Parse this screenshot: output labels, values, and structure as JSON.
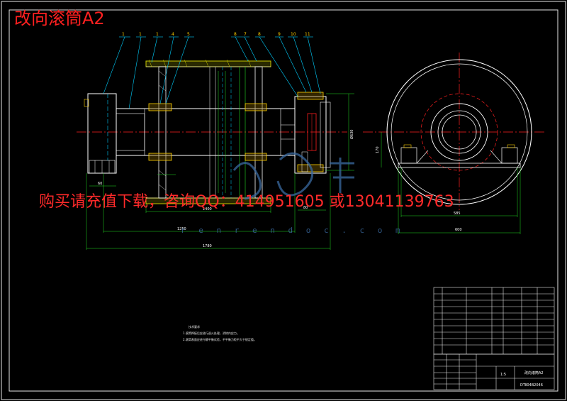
{
  "title": "改向滚筒A2",
  "ad_text": "购买请充值下载，咨询QQ：414951605 或13041139763",
  "watermark": "r e n r e n d o c . c o m",
  "balloons": [
    "1",
    "1",
    "1",
    "4",
    "5",
    "8",
    "7",
    "8",
    "9",
    "10",
    "11"
  ],
  "dimensions": {
    "inner_length": "1400",
    "face_width": "1250",
    "total_length": "1780",
    "shaft_end": "60",
    "bearing_width": "80",
    "drum_diameter": "Ø630",
    "seat_height": "170",
    "seat_span": "585",
    "seat_base": "600"
  },
  "tech_notes": {
    "heading": "技术要求",
    "line1": "1.滚筒焊接后应进行退火处理，消除内应力。",
    "line2": "2.滚筒表面应进行静平衡试验，不平衡力矩不大于规定值。"
  },
  "title_block": {
    "name": "改向滚筒A2",
    "scale": "1:5",
    "code": "DTⅡ04B2046"
  },
  "colors": {
    "background": "#000000",
    "outline": "#ffffff",
    "body": "#c8c800",
    "dimension": "#22dd22",
    "center": "#ff2020",
    "leader": "#00d0ff"
  }
}
